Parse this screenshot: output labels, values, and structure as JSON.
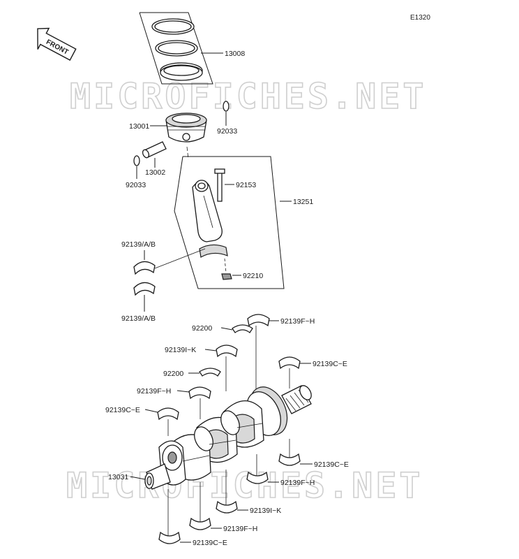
{
  "diagram": {
    "code": "E1320",
    "front_label": "FRONT",
    "watermark": "MICROFICHES.NET"
  },
  "labels": {
    "p13008": "13008",
    "p13001": "13001",
    "p92033_right": "92033",
    "p13002": "13002",
    "p92033_left": "92033",
    "p92153": "92153",
    "p13251": "13251",
    "p92139ab_top": "92139/A/B",
    "p92210": "92210",
    "p92139ab_bottom": "92139/A/B",
    "p92200_top": "92200",
    "p92139fh_top": "92139F~H",
    "p92139ik_top": "92139I~K",
    "p92139ce_right": "92139C~E",
    "p92200_mid": "92200",
    "p92139fh_mid": "92139F~H",
    "p92139ce_left": "92139C~E",
    "p13031": "13031",
    "p92139ce_lower_right": "92139C~E",
    "p92139fh_lower": "92139F~H",
    "p92139ik_lower": "92139I~K",
    "p92139fh_bottom": "92139F~H",
    "p92139ce_bottom": "92139C~E"
  }
}
